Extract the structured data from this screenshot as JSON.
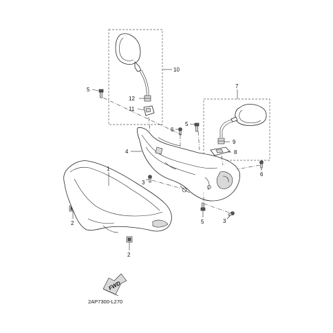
{
  "callouts": {
    "c1": "1",
    "c2a": "2",
    "c2b": "2",
    "c3a": "3",
    "c3b": "3",
    "c4": "4",
    "c5a": "5",
    "c5b": "5",
    "c5c": "5",
    "c6a": "6",
    "c6b": "6",
    "c7": "7",
    "c8": "8",
    "c9": "9",
    "c10": "10",
    "c11": "11",
    "c12": "12"
  },
  "fwd_label": "FWD",
  "diagram_code": "2AP7300-L270"
}
